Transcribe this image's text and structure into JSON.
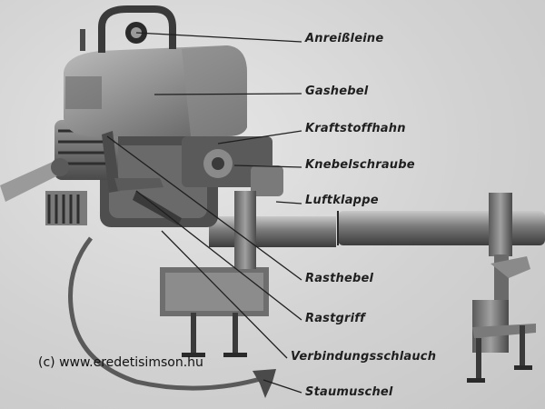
{
  "labels": {
    "anreissleine": "Anreißleine",
    "gashebel": "Gashebel",
    "kraftstoffhahn": "Kraftstoffhahn",
    "knebelschraube": "Knebelschraube",
    "luftklappe": "Luftklappe",
    "rasthebel": "Rasthebel",
    "rastgriff": "Rastgriff",
    "verbindungsschlauch": "Verbindungsschlauch",
    "staumuschel": "Staumuschel"
  },
  "credit": "(c) www.eredetisimson.hu",
  "colors": {
    "background": "#d6d6d6",
    "metal_dark": "#3a3a3a",
    "metal_mid": "#8a8a8a",
    "metal_light": "#b8b8b8",
    "leader": "#1f1f1f"
  }
}
